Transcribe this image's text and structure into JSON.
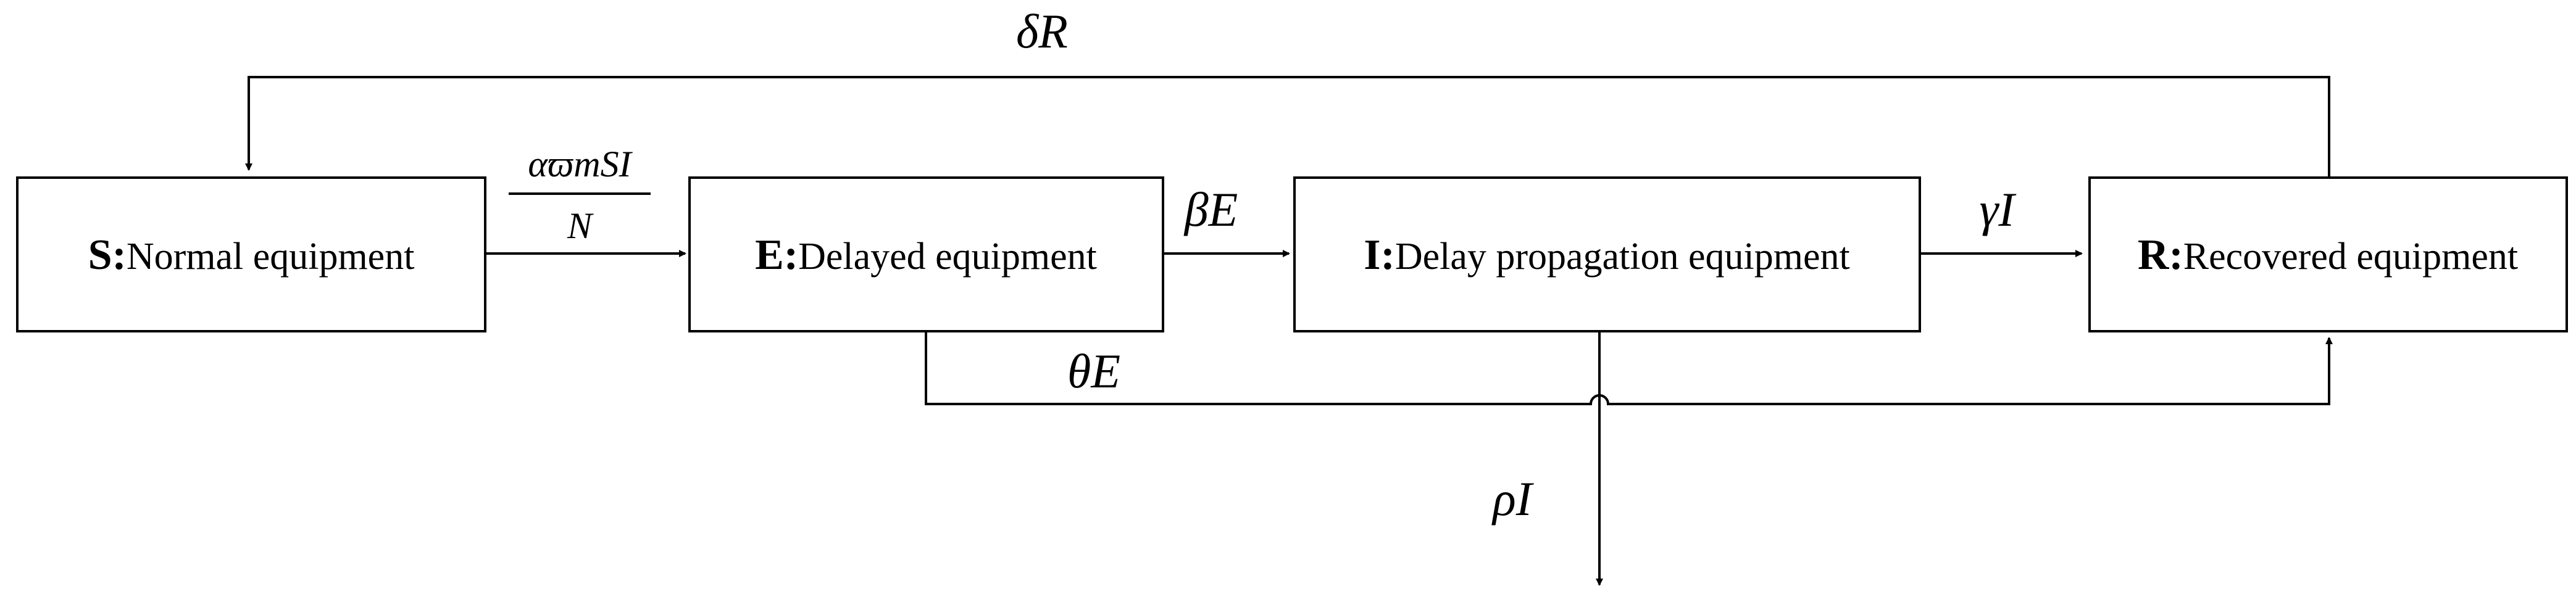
{
  "nodes": {
    "s": {
      "letter": "S:",
      "label": "Normal equipment"
    },
    "e": {
      "letter": "E:",
      "label": "Delayed equipment"
    },
    "i": {
      "letter": "I:",
      "label": "Delay propagation equipment"
    },
    "r": {
      "letter": "R:",
      "label": "Recovered equipment"
    }
  },
  "edges": {
    "s_to_e": {
      "numerator": "αϖmSI",
      "denominator": "N"
    },
    "e_to_i": "βE",
    "i_to_r": "γI",
    "r_to_s": "δR",
    "e_to_r": "θE",
    "i_out": "ρI"
  }
}
